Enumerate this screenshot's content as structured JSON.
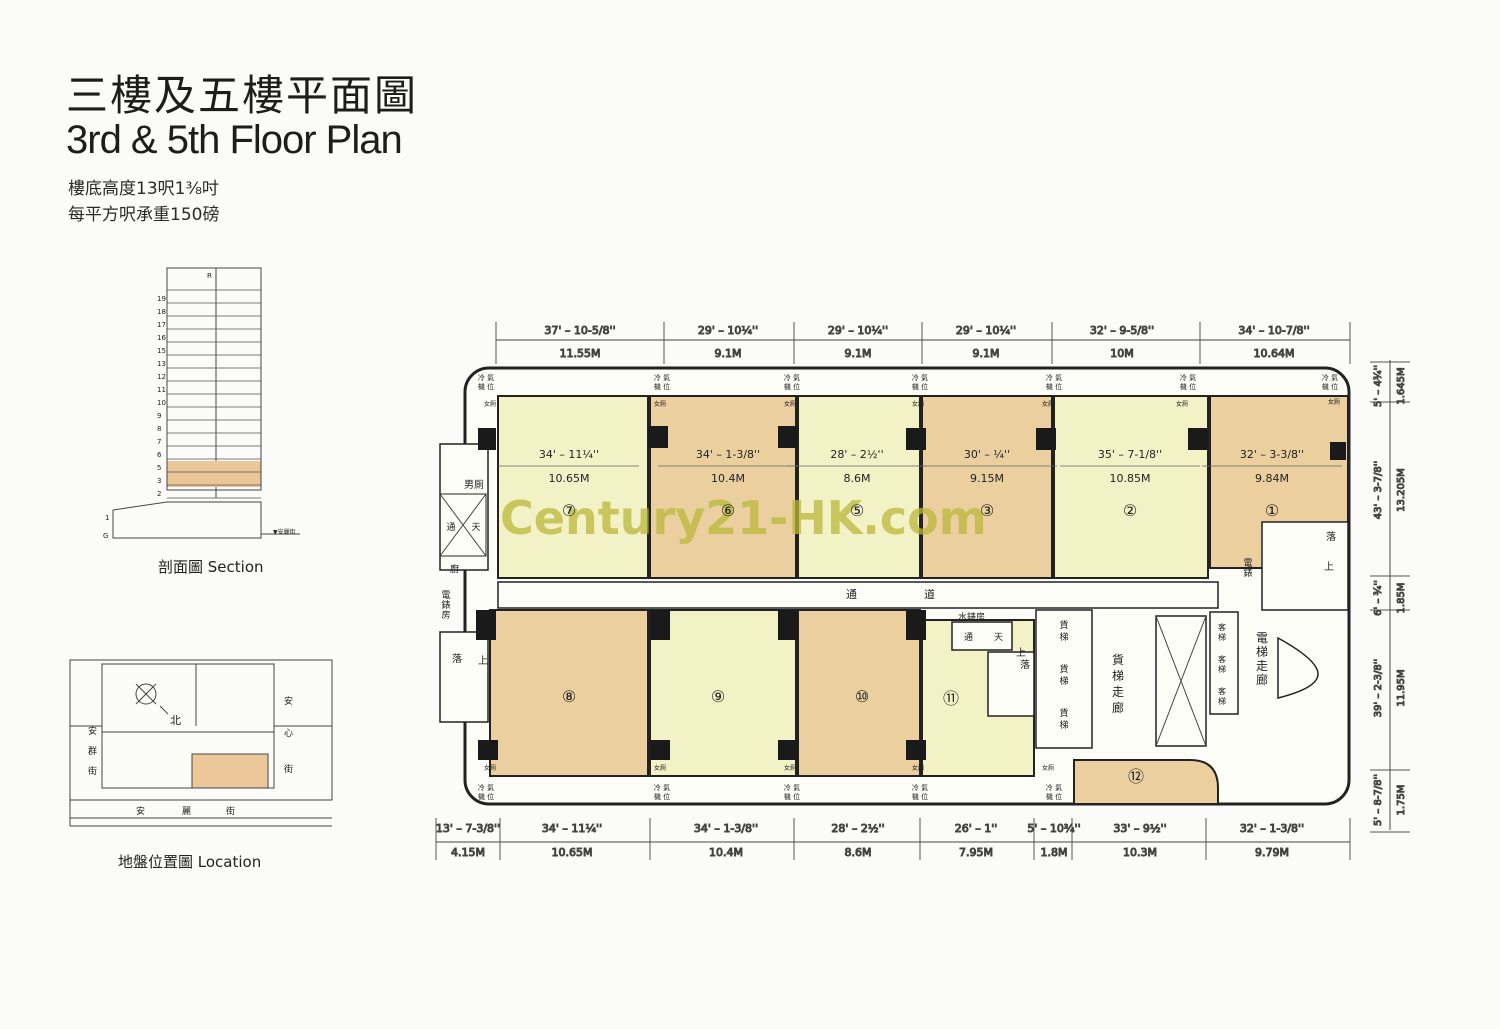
{
  "title_zh": "三樓及五樓平面圖",
  "title_en": "3rd & 5th Floor Plan",
  "specs": {
    "ceiling_height": "樓底高度13呎1⅜吋",
    "floor_load": "每平方呎承重150磅"
  },
  "section": {
    "caption": "剖面圖 Section",
    "floor_labels": [
      "R",
      "19",
      "18",
      "17",
      "16",
      "15",
      "13",
      "12",
      "11",
      "10",
      "9",
      "8",
      "7",
      "6",
      "5",
      "3",
      "2",
      "1",
      "G"
    ],
    "street_label": "安麗街"
  },
  "location": {
    "caption": "地盤位置圖 Location",
    "north_label": "北",
    "streets": {
      "left": [
        "安",
        "群",
        "街"
      ],
      "right": [
        "安",
        "心",
        "街"
      ],
      "bottom": [
        "安",
        "麗",
        "街"
      ]
    }
  },
  "watermark": "Century21-HK.com",
  "plan": {
    "top_dimensions": [
      {
        "imperial": "37' – 10-5/8''",
        "metric": "11.55M"
      },
      {
        "imperial": "29' – 10¼''",
        "metric": "9.1M"
      },
      {
        "imperial": "29' – 10¼''",
        "metric": "9.1M"
      },
      {
        "imperial": "29' – 10¼''",
        "metric": "9.1M"
      },
      {
        "imperial": "32' – 9-5/8''",
        "metric": "10M"
      },
      {
        "imperial": "34' – 10-7/8''",
        "metric": "10.64M"
      }
    ],
    "bottom_dimensions": [
      {
        "imperial": "13' – 7-3/8''",
        "metric": "4.15M"
      },
      {
        "imperial": "34' – 11¼''",
        "metric": "10.65M"
      },
      {
        "imperial": "34' – 1-3/8''",
        "metric": "10.4M"
      },
      {
        "imperial": "28' – 2½''",
        "metric": "8.6M"
      },
      {
        "imperial": "26' – 1''",
        "metric": "7.95M"
      },
      {
        "imperial": "5' – 10¾''",
        "metric": "1.8M"
      },
      {
        "imperial": "33' – 9½''",
        "metric": "10.3M"
      },
      {
        "imperial": "32' – 1-3/8''",
        "metric": "9.79M"
      }
    ],
    "right_dimensions": [
      {
        "imperial": "5' – 4¾''",
        "metric": "1.645M"
      },
      {
        "imperial": "43' – 3-7/8''",
        "metric": "13.205M"
      },
      {
        "imperial": "6' – ¾''",
        "metric": "1.85M"
      },
      {
        "imperial": "39' – 2-3/8''",
        "metric": "11.95M"
      },
      {
        "imperial": "5' – 8-7/8''",
        "metric": "1.75M"
      }
    ],
    "top_units": [
      {
        "num": "⑦",
        "imperial": "34' – 11¼''",
        "metric": "10.65M"
      },
      {
        "num": "⑥",
        "imperial": "34' – 1-3/8''",
        "metric": "10.4M"
      },
      {
        "num": "⑤",
        "imperial": "28' – 2½''",
        "metric": "8.6M"
      },
      {
        "num": "③",
        "imperial": "30' – ¼''",
        "metric": "9.15M"
      },
      {
        "num": "②",
        "imperial": "35' – 7-1/8''",
        "metric": "10.85M"
      },
      {
        "num": "①",
        "imperial": "32' – 3-3/8''",
        "metric": "9.84M"
      }
    ],
    "bottom_units": [
      "⑧",
      "⑨",
      "⑩",
      "⑪",
      "⑫"
    ],
    "corridor": [
      "通",
      "道"
    ],
    "labels": {
      "male_wc": "男厠",
      "female_wc": "女厠",
      "ac_unit": [
        "冷",
        "氣",
        "機",
        "位"
      ],
      "meter_room": "水錶房",
      "lightwell": [
        "通",
        "天"
      ],
      "kitchen": "廚",
      "elec_room": [
        "電",
        "錶",
        "房"
      ],
      "stair_down": "落",
      "stair_up": "上",
      "cargo_lift": [
        "貨",
        "梯"
      ],
      "cargo_lobby": [
        "貨",
        "梯",
        "走",
        "廊"
      ],
      "passenger_lift": [
        "客",
        "梯"
      ],
      "lift_lobby": [
        "電",
        "梯",
        "走",
        "廊"
      ]
    }
  },
  "colors": {
    "unit_light": "#f3f1c6",
    "unit_dark": "#ebcf9f",
    "section_highlight": "#ecc79a",
    "line": "#2b2b2b",
    "watermark": "#b9b73a"
  }
}
